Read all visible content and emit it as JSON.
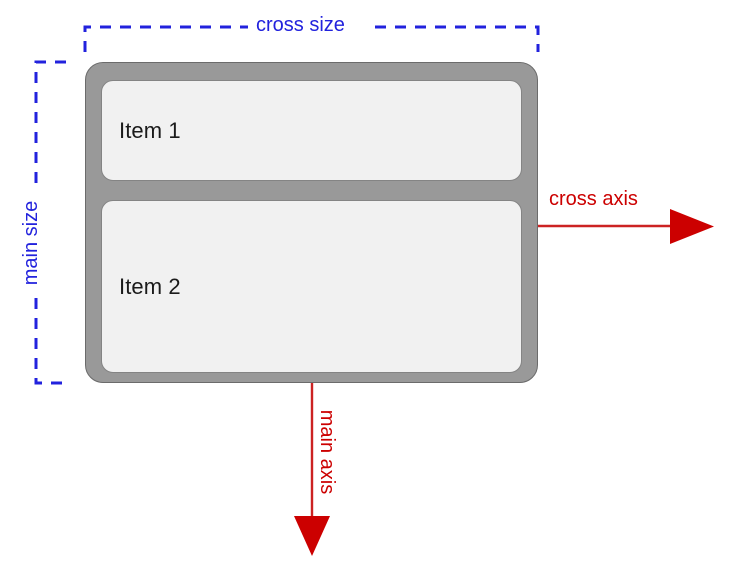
{
  "diagram": {
    "title": "flexbox main axis and cross axis diagram (column direction)",
    "container": {
      "name": "flex-container",
      "background_color": "#999999",
      "border_color": "#6b6b6b",
      "items": [
        {
          "label": "Item 1",
          "background_color": "#f1f1f1",
          "border_color": "#848484"
        },
        {
          "label": "Item 2",
          "background_color": "#f1f1f1",
          "border_color": "#848484"
        }
      ]
    },
    "measure_labels": {
      "cross_size": "cross size",
      "main_size": "main size",
      "measure_color": "#2222dd"
    },
    "axis_labels": {
      "cross_axis": "cross axis",
      "main_axis": "main axis",
      "axis_color": "#cc0000"
    }
  }
}
